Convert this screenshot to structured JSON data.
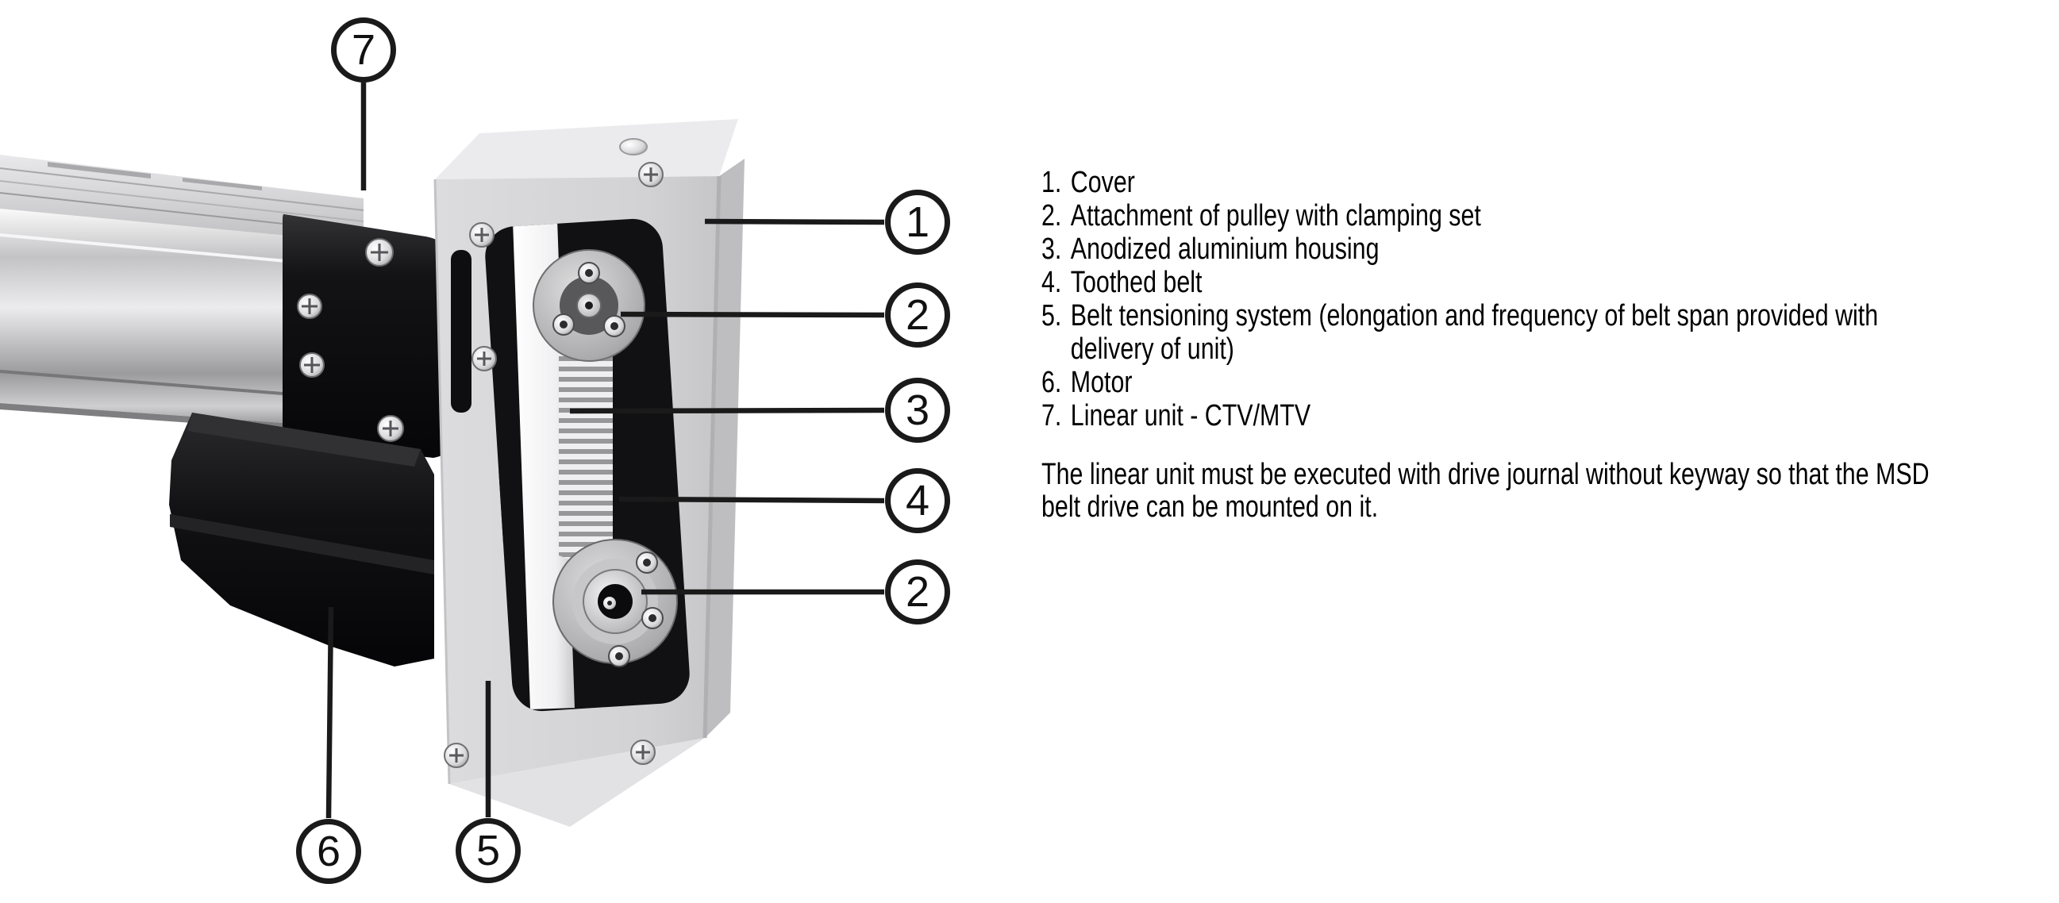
{
  "figure": {
    "callouts": [
      {
        "label": "7"
      },
      {
        "label": "1"
      },
      {
        "label": "2"
      },
      {
        "label": "3"
      },
      {
        "label": "4"
      },
      {
        "label": "2"
      },
      {
        "label": "6"
      },
      {
        "label": "5"
      }
    ]
  },
  "legend": {
    "rows": [
      {
        "num": "1.",
        "text": "Cover"
      },
      {
        "num": "2.",
        "text": "Attachment of pulley with clamping set"
      },
      {
        "num": "3.",
        "text": "Anodized aluminium housing"
      },
      {
        "num": "4.",
        "text": "Toothed belt"
      },
      {
        "num": "5.",
        "text": "Belt tensioning system (elongation and frequency of belt span provided with"
      },
      {
        "num": "",
        "text": "delivery of unit)"
      },
      {
        "num": "6.",
        "text": "Motor"
      },
      {
        "num": "7.",
        "text": "Linear unit - CTV/MTV"
      }
    ]
  },
  "note": {
    "line1": "The linear unit must be executed with drive journal without keyway so that the MSD",
    "line2": "belt drive can be mounted on it."
  },
  "colors": {
    "text": "#000000",
    "leader_line": "#1a1a1a",
    "housing_gray": "#d5d5d7",
    "rail_gray": "#c9c9cb",
    "dark_parts": "#0d0d0d",
    "belt_white": "#f5f5f5",
    "background": "#ffffff"
  }
}
